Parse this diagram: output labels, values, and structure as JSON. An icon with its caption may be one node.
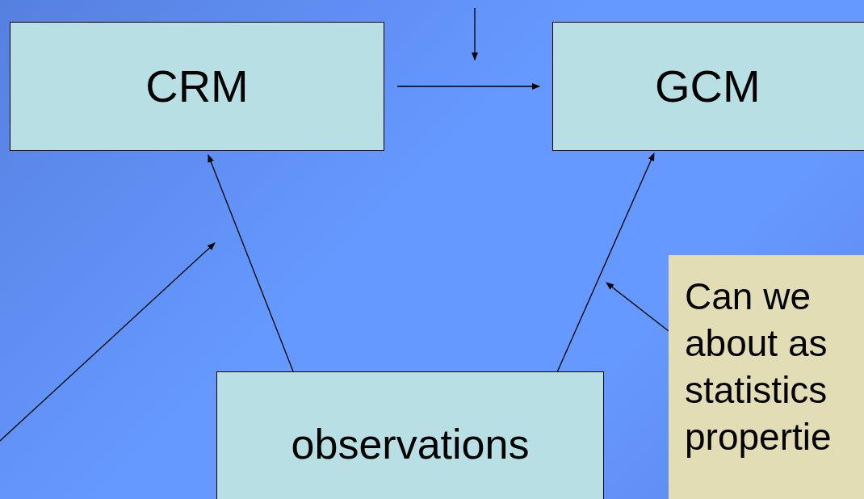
{
  "diagram": {
    "nodes": [
      {
        "text": [
          "CRM"
        ]
      },
      {
        "text": [
          "GCM"
        ]
      },
      {
        "text": [
          "observations"
        ]
      },
      {
        "text": [
          "Can we about as statistics propertie"
        ]
      }
    ],
    "edges": [
      {
        "from": 0,
        "to": 1,
        "arrow": "to"
      },
      {
        "from": 2,
        "to": 0,
        "arrow": "to"
      },
      {
        "from": 2,
        "to": 1,
        "arrow": "to"
      },
      {
        "from": 3,
        "to": null,
        "arrow": "to"
      }
    ]
  }
}
